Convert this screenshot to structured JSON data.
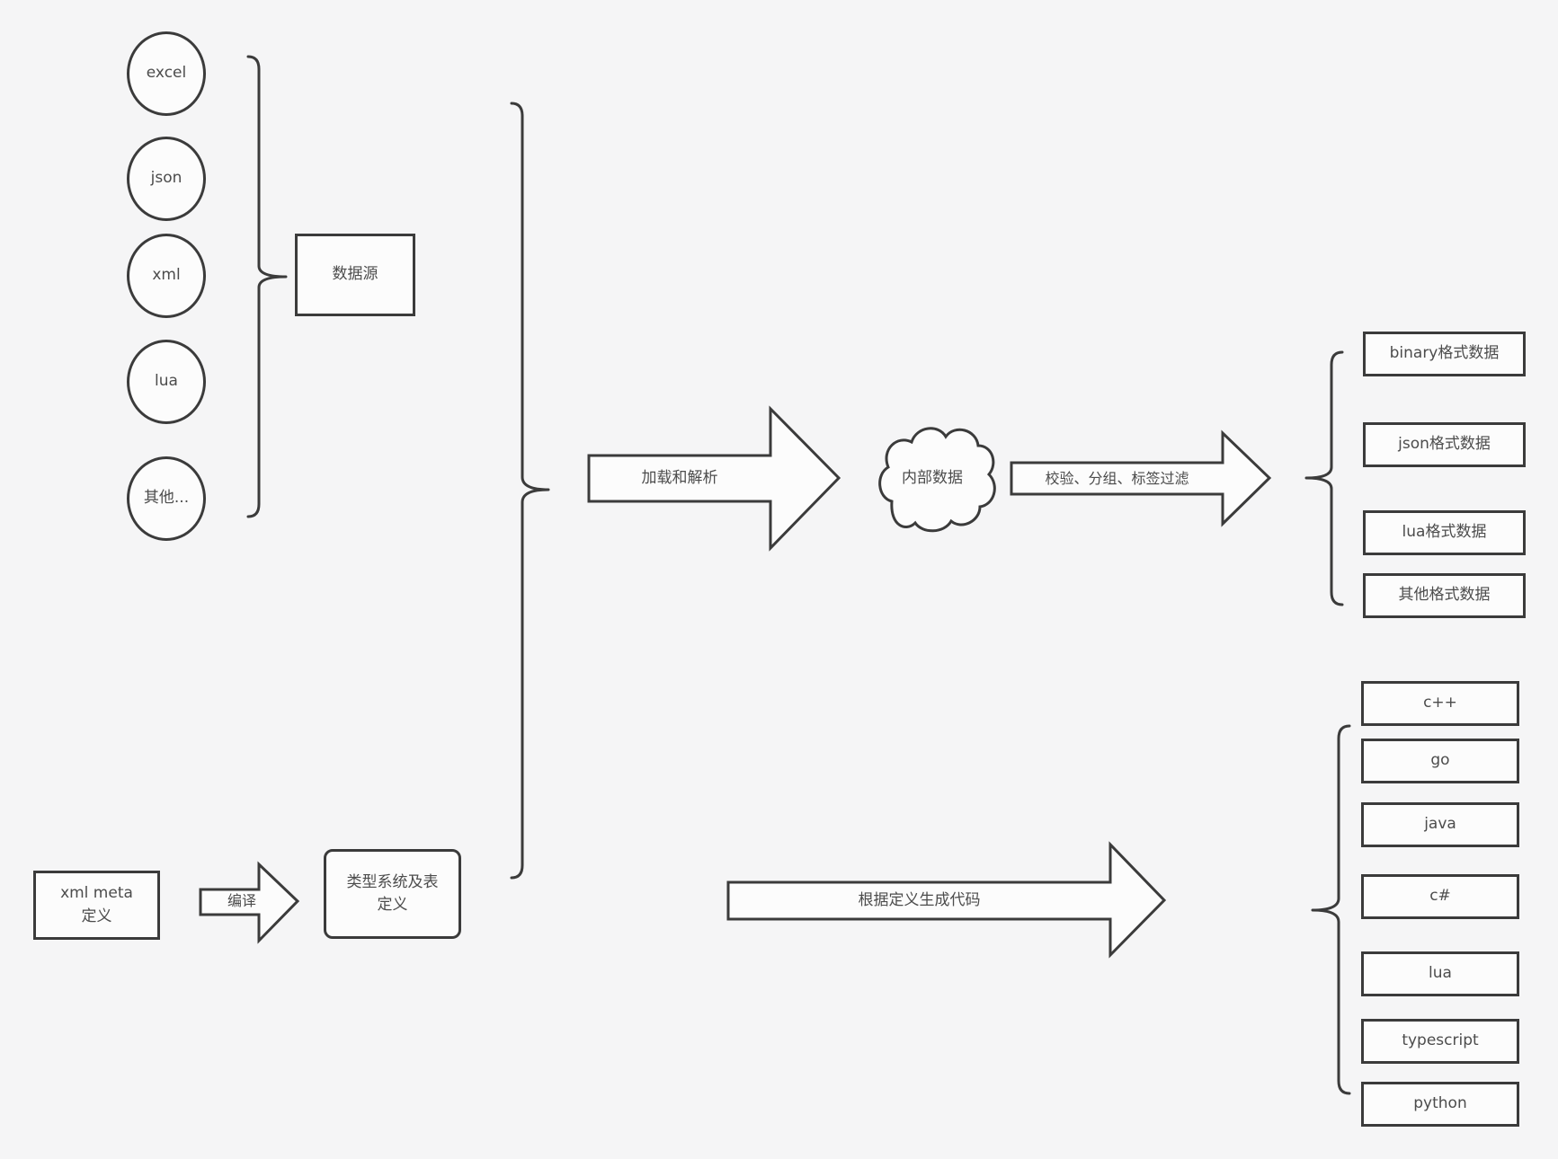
{
  "colors": {
    "canvas_bg": "#f5f5f6",
    "shape_fill": "#fcfcfc",
    "stroke": "#3b3b3b",
    "text": "#4c4c4c"
  },
  "sources": {
    "items": [
      {
        "label": "excel"
      },
      {
        "label": "json"
      },
      {
        "label": "xml"
      },
      {
        "label": "lua"
      },
      {
        "label": "其他..."
      }
    ],
    "group_label": "数据源"
  },
  "flow_top": {
    "load_arrow_label": "加载和解析",
    "cloud_label": "内部数据",
    "filter_arrow_label": "校验、分组、标签过滤",
    "outputs": [
      {
        "label": "binary格式数据"
      },
      {
        "label": "json格式数据"
      },
      {
        "label": "lua格式数据"
      },
      {
        "label": "其他格式数据"
      }
    ]
  },
  "flow_bottom": {
    "meta_label": "xml meta定义",
    "compile_arrow_label": "编译",
    "type_label": "类型系统及表定义",
    "generate_arrow_label": "根据定义生成代码",
    "languages": [
      {
        "label": "c++"
      },
      {
        "label": "go"
      },
      {
        "label": "java"
      },
      {
        "label": "c#"
      },
      {
        "label": "lua"
      },
      {
        "label": "typescript"
      },
      {
        "label": "python"
      }
    ]
  }
}
